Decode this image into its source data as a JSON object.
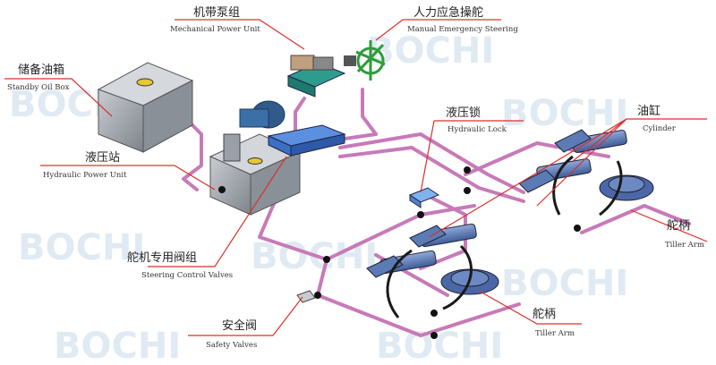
{
  "watermark": {
    "text": "BOCHI",
    "color": "#2a6fb0"
  },
  "colors": {
    "pipe": "#c77ab8",
    "tank": "#9aa0a8",
    "cylinder": "#5b7bb5",
    "tiller": "#4a67a8",
    "motor": "#2f5a8a",
    "valve": "#3a6fc4",
    "hose": "#1a1a1a",
    "leader": "#d9302c"
  },
  "labels": {
    "mechanical_power_unit": {
      "cn": "机带泵组",
      "en": "Mechanical Power Unit"
    },
    "manual_emergency_steering": {
      "cn": "人力应急操舵",
      "en": "Manual Emergency Steering"
    },
    "standby_oil_box": {
      "cn": "储备油箱",
      "en": "Standby Oil Box"
    },
    "hydraulic_lock": {
      "cn": "液压锁",
      "en": "Hydraulic Lock"
    },
    "hydraulic_power_unit": {
      "cn": "液压站",
      "en": "Hydraulic Power Unit"
    },
    "cylinder": {
      "cn": "油缸",
      "en": "Cylinder"
    },
    "tiller_arm_right": {
      "cn": "舵柄",
      "en": "Tiller Arm"
    },
    "steering_control_valves": {
      "cn": "舵机专用阀组",
      "en": "Steering Control Valves"
    },
    "tiller_arm_bottom": {
      "cn": "舵柄",
      "en": "Tiller Arm"
    },
    "safety_valves": {
      "cn": "安全阀",
      "en": "Safety Valves"
    }
  }
}
